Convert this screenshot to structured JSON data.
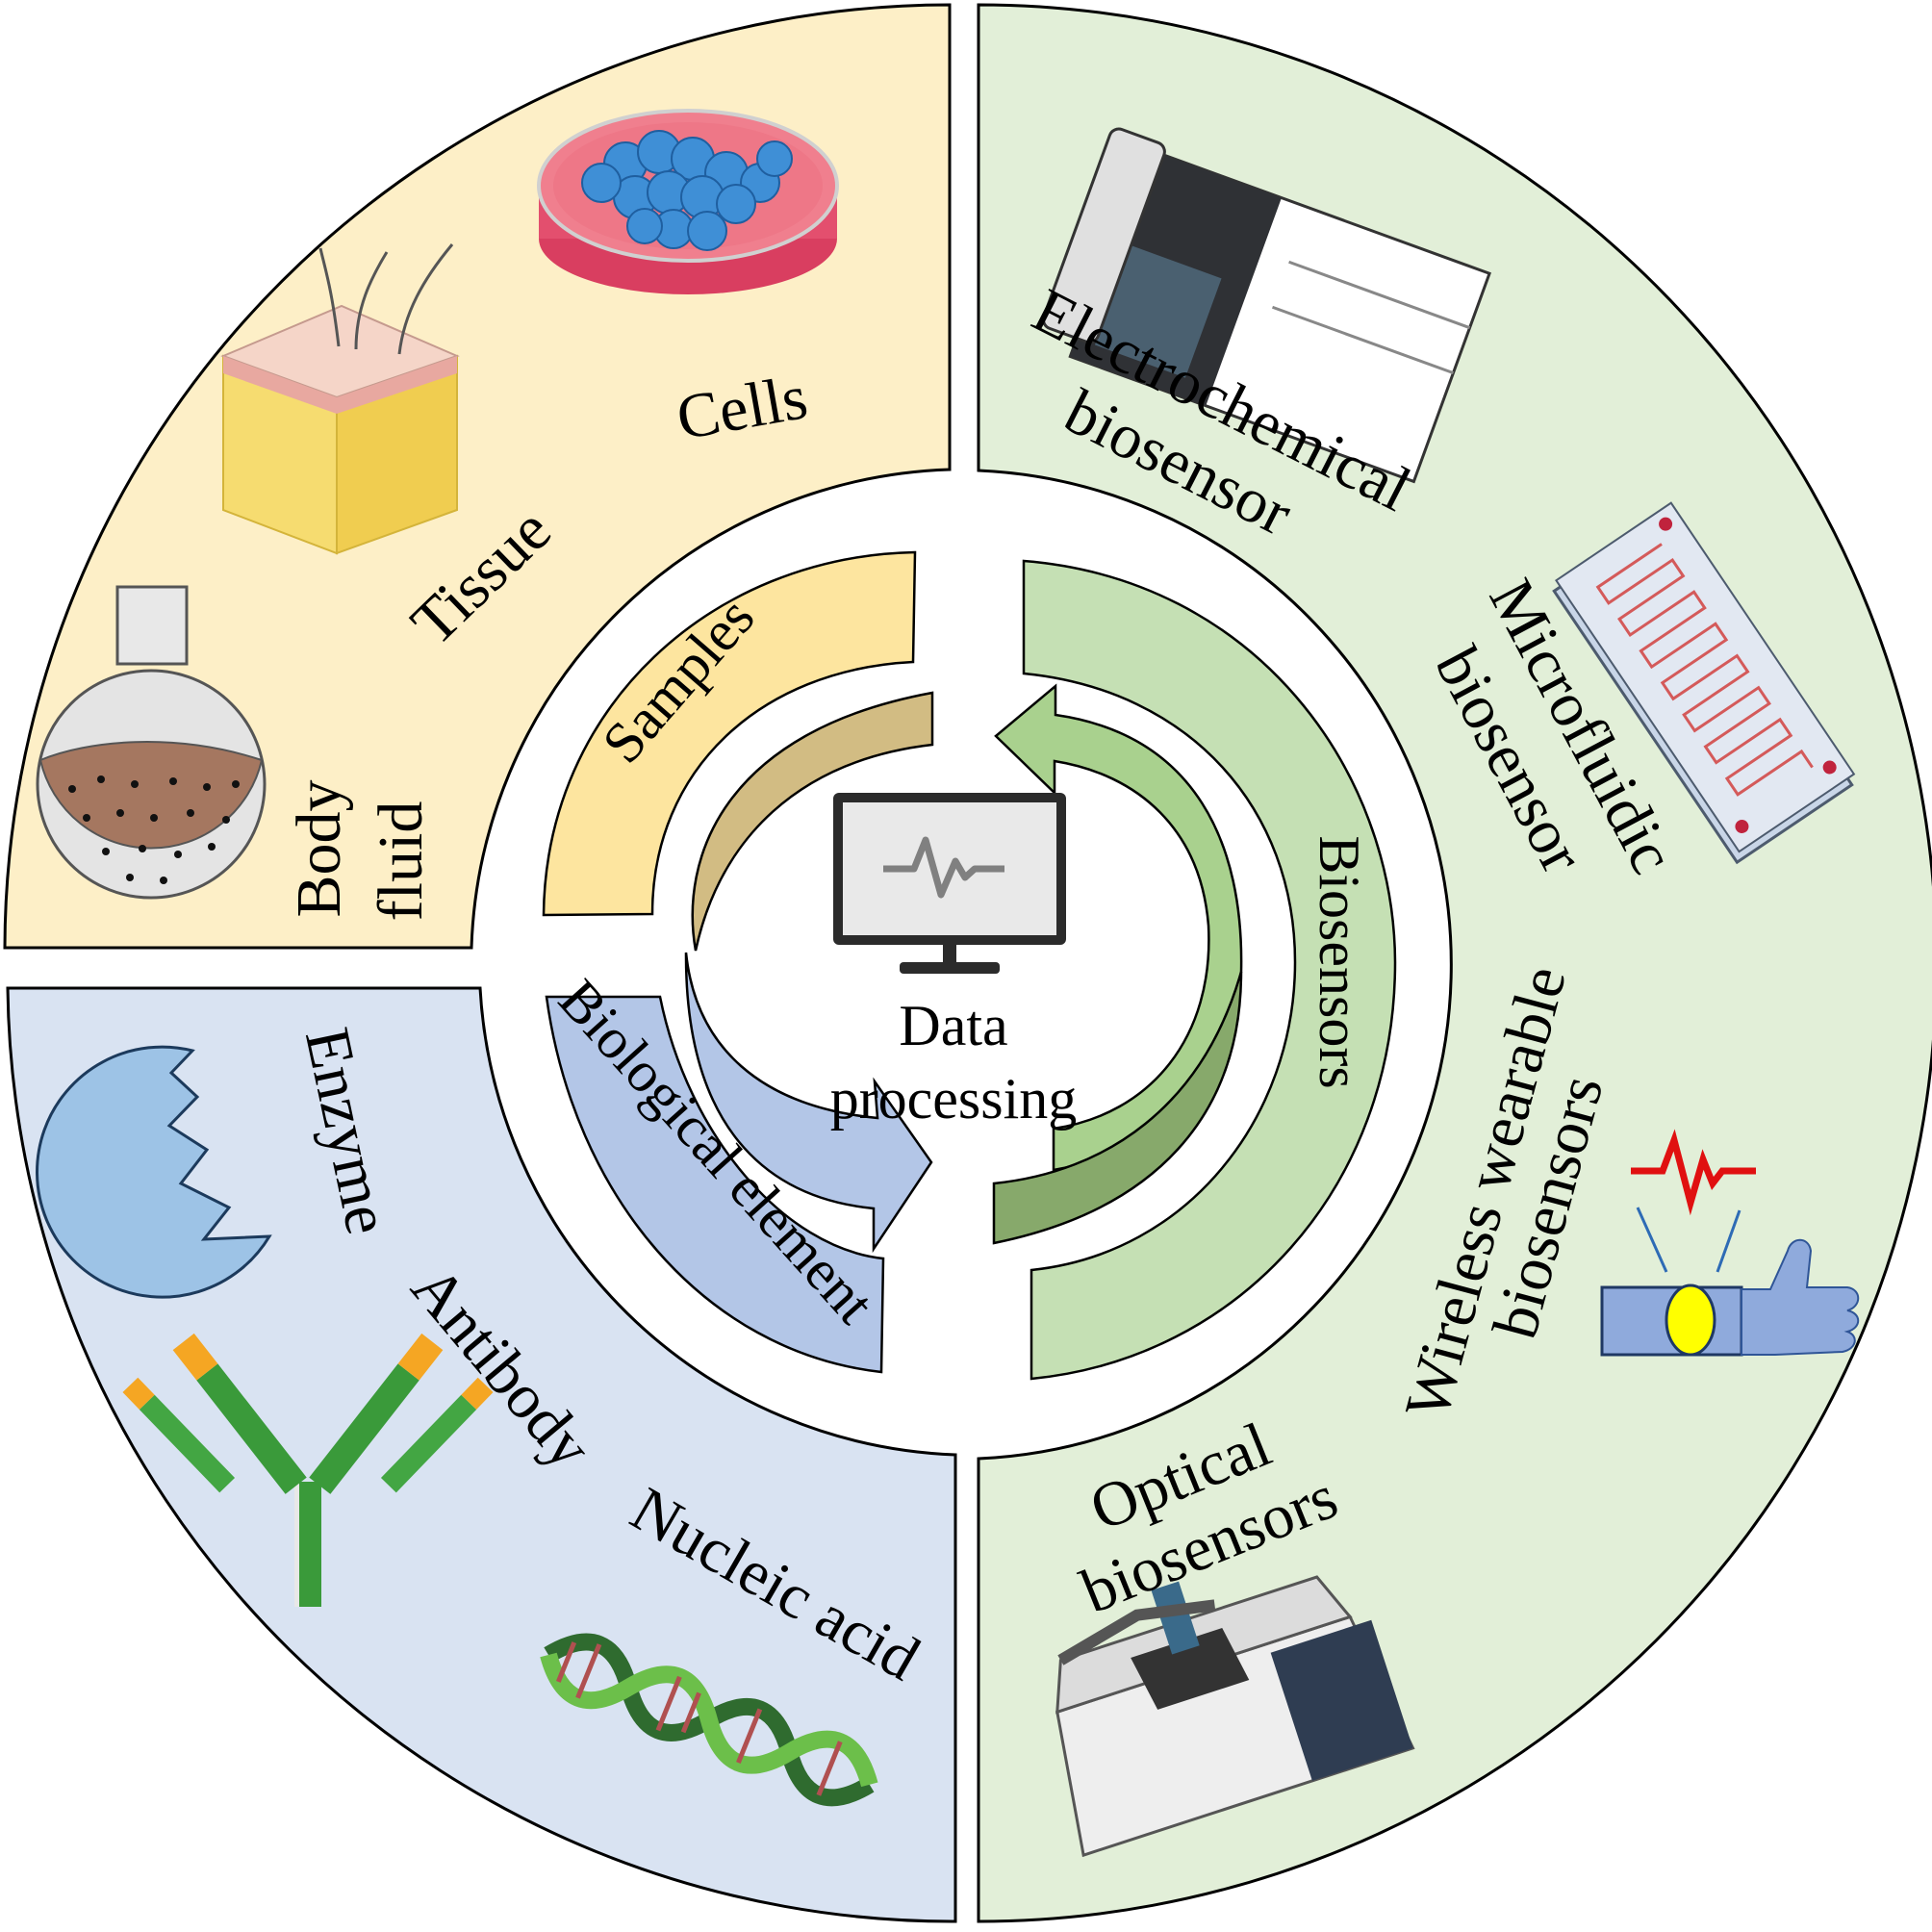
{
  "center": {
    "line1": "Data",
    "line2": "processing",
    "icon": "monitor-waveform-icon"
  },
  "ring": {
    "samples": "Samples",
    "biological": "Biological element",
    "biosensors": "Biosensors"
  },
  "quadrants": {
    "samples": {
      "color": "#fdefc7",
      "items": {
        "cells": "Cells",
        "tissue": "Tissue",
        "body_line1": "Body",
        "body_line2": "fluid"
      }
    },
    "biological": {
      "color": "#d9e3f2",
      "items": {
        "enzyme": "Enzyme",
        "antibody": "Antibody",
        "nucleic": "Nucleic acid"
      }
    },
    "biosensors": {
      "color": "#e2efd8",
      "items": {
        "electro_line1": "Electrochemical",
        "electro_line2": "biosensor",
        "micro_line1": "Microfluidic",
        "micro_line2": "biosensor",
        "wireless_line1": "Wireless wearable",
        "wireless_line2": "biosensors",
        "optical_line1": "Optical",
        "optical_line2": "biosensors"
      }
    }
  },
  "colors": {
    "samples_band": "#fde59f",
    "samples_arrow": "#d2bc83",
    "bio_band": "#b3c6e7",
    "bio_arrow": "#b3c6e7",
    "sensor_band": "#c5e0b4",
    "sensor_arrow_light": "#a9d18e",
    "sensor_arrow_dark": "#87a96b"
  }
}
